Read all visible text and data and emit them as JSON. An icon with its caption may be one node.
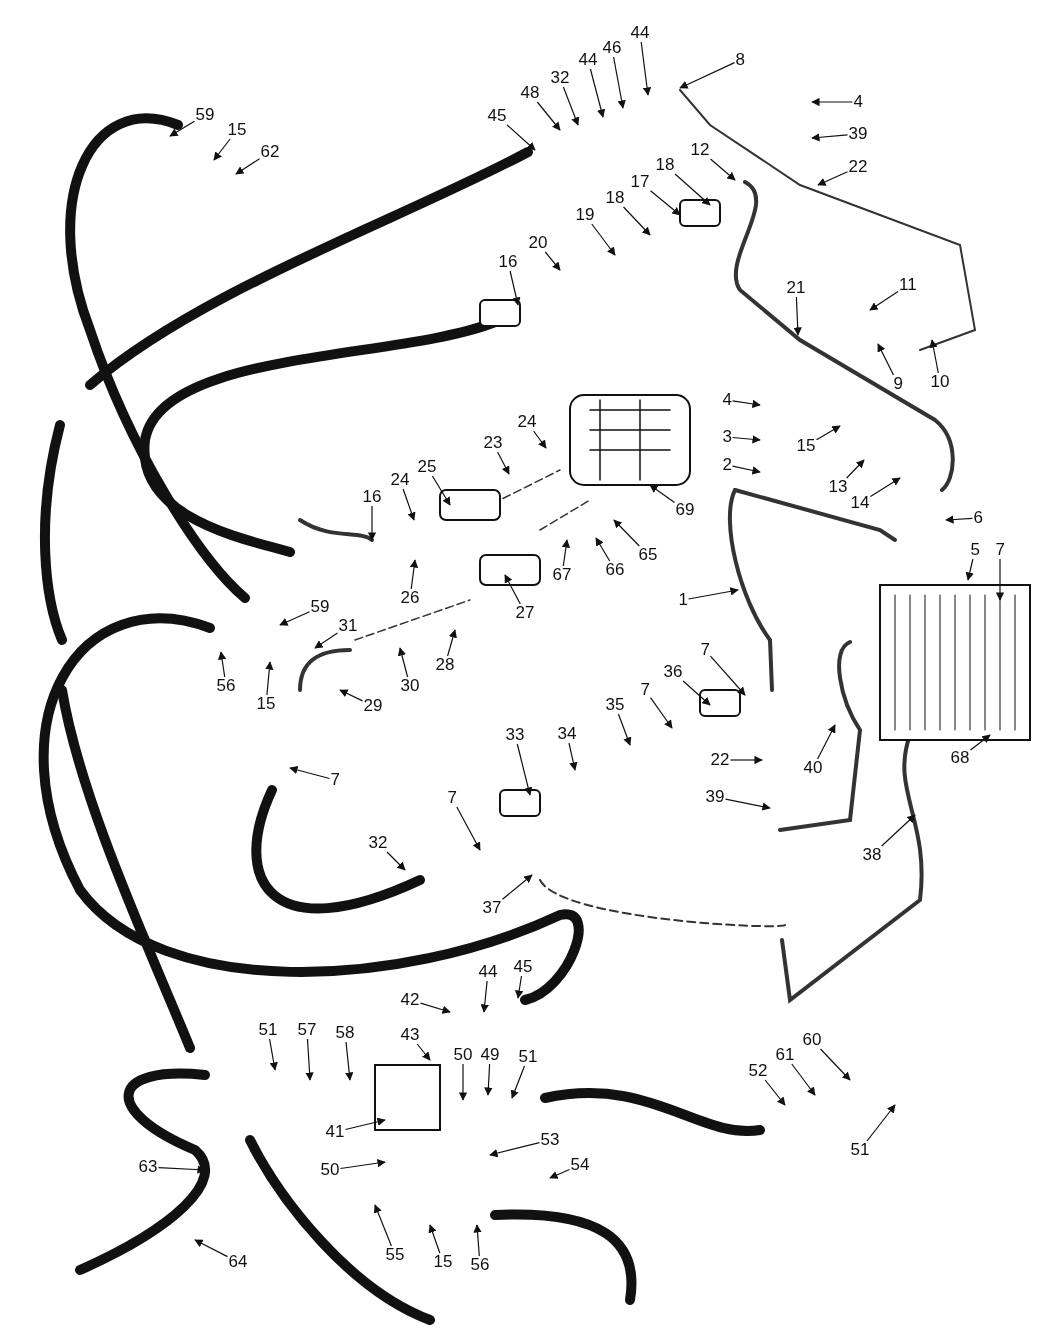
{
  "diagram": {
    "nodes": [
      {
        "text": [
          "59"
        ]
      },
      {
        "text": [
          "15"
        ]
      },
      {
        "text": [
          "62"
        ]
      },
      {
        "text": [
          "45"
        ]
      },
      {
        "text": [
          "48"
        ]
      },
      {
        "text": [
          "32"
        ]
      },
      {
        "text": [
          "44"
        ]
      },
      {
        "text": [
          "46"
        ]
      },
      {
        "text": [
          "44"
        ]
      },
      {
        "text": [
          "8"
        ]
      },
      {
        "text": [
          "4"
        ]
      },
      {
        "text": [
          "39"
        ]
      },
      {
        "text": [
          "22"
        ]
      },
      {
        "text": [
          "12"
        ]
      },
      {
        "text": [
          "18"
        ]
      },
      {
        "text": [
          "17"
        ]
      },
      {
        "text": [
          "18"
        ]
      },
      {
        "text": [
          "19"
        ]
      },
      {
        "text": [
          "20"
        ]
      },
      {
        "text": [
          "16"
        ]
      },
      {
        "text": [
          "21"
        ]
      },
      {
        "text": [
          "11"
        ]
      },
      {
        "text": [
          "9"
        ]
      },
      {
        "text": [
          "10"
        ]
      },
      {
        "text": [
          "4"
        ]
      },
      {
        "text": [
          "3"
        ]
      },
      {
        "text": [
          "2"
        ]
      },
      {
        "text": [
          "69"
        ]
      },
      {
        "text": [
          "24"
        ]
      },
      {
        "text": [
          "23"
        ]
      },
      {
        "text": [
          "25"
        ]
      },
      {
        "text": [
          "24"
        ]
      },
      {
        "text": [
          "16"
        ]
      },
      {
        "text": [
          "26"
        ]
      },
      {
        "text": [
          "15"
        ]
      },
      {
        "text": [
          "13"
        ]
      },
      {
        "text": [
          "14"
        ]
      },
      {
        "text": [
          "6"
        ]
      },
      {
        "text": [
          "5"
        ]
      },
      {
        "text": [
          "7"
        ]
      },
      {
        "text": [
          "1"
        ]
      },
      {
        "text": [
          "67"
        ]
      },
      {
        "text": [
          "66"
        ]
      },
      {
        "text": [
          "65"
        ]
      },
      {
        "text": [
          "27"
        ]
      },
      {
        "text": [
          "28"
        ]
      },
      {
        "text": [
          "30"
        ]
      },
      {
        "text": [
          "31"
        ]
      },
      {
        "text": [
          "59"
        ]
      },
      {
        "text": [
          "56"
        ]
      },
      {
        "text": [
          "15"
        ]
      },
      {
        "text": [
          "29"
        ]
      },
      {
        "text": [
          "7"
        ]
      },
      {
        "text": [
          "7"
        ]
      },
      {
        "text": [
          "36"
        ]
      },
      {
        "text": [
          "35"
        ]
      },
      {
        "text": [
          "7"
        ]
      },
      {
        "text": [
          "34"
        ]
      },
      {
        "text": [
          "33"
        ]
      },
      {
        "text": [
          "22"
        ]
      },
      {
        "text": [
          "39"
        ]
      },
      {
        "text": [
          "40"
        ]
      },
      {
        "text": [
          "68"
        ]
      },
      {
        "text": [
          "38"
        ]
      },
      {
        "text": [
          "7"
        ]
      },
      {
        "text": [
          "32"
        ]
      },
      {
        "text": [
          "37"
        ]
      },
      {
        "text": [
          "45"
        ]
      },
      {
        "text": [
          "44"
        ]
      },
      {
        "text": [
          "42"
        ]
      },
      {
        "text": [
          "43"
        ]
      },
      {
        "text": [
          "51"
        ]
      },
      {
        "text": [
          "57"
        ]
      },
      {
        "text": [
          "58"
        ]
      },
      {
        "text": [
          "50"
        ]
      },
      {
        "text": [
          "49"
        ]
      },
      {
        "text": [
          "51"
        ]
      },
      {
        "text": [
          "41"
        ]
      },
      {
        "text": [
          "50"
        ]
      },
      {
        "text": [
          "53"
        ]
      },
      {
        "text": [
          "54"
        ]
      },
      {
        "text": [
          "52"
        ]
      },
      {
        "text": [
          "61"
        ]
      },
      {
        "text": [
          "60"
        ]
      },
      {
        "text": [
          "51"
        ]
      },
      {
        "text": [
          "63"
        ]
      },
      {
        "text": [
          "64"
        ]
      },
      {
        "text": [
          "55"
        ]
      },
      {
        "text": [
          "15"
        ]
      },
      {
        "text": [
          "56"
        ]
      }
    ],
    "edges": [
      {
        "from": 0,
        "to": null,
        "arrow": "to"
      },
      {
        "from": 1,
        "to": null,
        "arrow": "to"
      },
      {
        "from": 2,
        "to": null,
        "arrow": "to"
      },
      {
        "from": 3,
        "to": null,
        "arrow": "to"
      },
      {
        "from": 4,
        "to": null,
        "arrow": "to"
      },
      {
        "from": 5,
        "to": null,
        "arrow": "to"
      },
      {
        "from": 6,
        "to": null,
        "arrow": "to"
      },
      {
        "from": 7,
        "to": null,
        "arrow": "to"
      },
      {
        "from": 8,
        "to": null,
        "arrow": "to"
      },
      {
        "from": 9,
        "to": null,
        "arrow": "to"
      },
      {
        "from": 10,
        "to": null,
        "arrow": "to"
      },
      {
        "from": 11,
        "to": null,
        "arrow": "to"
      },
      {
        "from": 12,
        "to": null,
        "arrow": "to"
      },
      {
        "from": 13,
        "to": null,
        "arrow": "to"
      },
      {
        "from": 14,
        "to": null,
        "arrow": "to"
      },
      {
        "from": 15,
        "to": null,
        "arrow": "to"
      },
      {
        "from": 16,
        "to": null,
        "arrow": "to"
      },
      {
        "from": 17,
        "to": null,
        "arrow": "to"
      },
      {
        "from": 18,
        "to": null,
        "arrow": "to"
      },
      {
        "from": 19,
        "to": null,
        "arrow": "to"
      },
      {
        "from": 20,
        "to": null,
        "arrow": "to"
      },
      {
        "from": 21,
        "to": null,
        "arrow": "to"
      },
      {
        "from": 22,
        "to": null,
        "arrow": "to"
      },
      {
        "from": 23,
        "to": null,
        "arrow": "to"
      },
      {
        "from": 24,
        "to": null,
        "arrow": "to"
      },
      {
        "from": 25,
        "to": null,
        "arrow": "to"
      },
      {
        "from": 26,
        "to": null,
        "arrow": "to"
      },
      {
        "from": 27,
        "to": null,
        "arrow": "to"
      },
      {
        "from": 28,
        "to": null,
        "arrow": "to"
      },
      {
        "from": 29,
        "to": null,
        "arrow": "to"
      },
      {
        "from": 30,
        "to": null,
        "arrow": "to"
      },
      {
        "from": 31,
        "to": null,
        "arrow": "to"
      },
      {
        "from": 32,
        "to": null,
        "arrow": "to"
      },
      {
        "from": 33,
        "to": null,
        "arrow": "to"
      },
      {
        "from": 34,
        "to": null,
        "arrow": "to"
      },
      {
        "from": 35,
        "to": null,
        "arrow": "to"
      },
      {
        "from": 36,
        "to": null,
        "arrow": "to"
      },
      {
        "from": 37,
        "to": null,
        "arrow": "to"
      },
      {
        "from": 38,
        "to": null,
        "arrow": "to"
      },
      {
        "from": 39,
        "to": null,
        "arrow": "to"
      },
      {
        "from": 40,
        "to": null,
        "arrow": "to"
      },
      {
        "from": 41,
        "to": null,
        "arrow": "to"
      },
      {
        "from": 42,
        "to": null,
        "arrow": "to"
      },
      {
        "from": 43,
        "to": null,
        "arrow": "to"
      },
      {
        "from": 44,
        "to": null,
        "arrow": "to"
      },
      {
        "from": 45,
        "to": null,
        "arrow": "to"
      },
      {
        "from": 46,
        "to": null,
        "arrow": "to"
      },
      {
        "from": 47,
        "to": null,
        "arrow": "to"
      },
      {
        "from": 48,
        "to": null,
        "arrow": "to"
      },
      {
        "from": 49,
        "to": null,
        "arrow": "to"
      },
      {
        "from": 50,
        "to": null,
        "arrow": "to"
      },
      {
        "from": 51,
        "to": null,
        "arrow": "to"
      },
      {
        "from": 52,
        "to": null,
        "arrow": "to"
      },
      {
        "from": 53,
        "to": null,
        "arrow": "to"
      },
      {
        "from": 54,
        "to": null,
        "arrow": "to"
      },
      {
        "from": 55,
        "to": null,
        "arrow": "to"
      },
      {
        "from": 56,
        "to": null,
        "arrow": "to"
      },
      {
        "from": 57,
        "to": null,
        "arrow": "to"
      },
      {
        "from": 58,
        "to": null,
        "arrow": "to"
      },
      {
        "from": 59,
        "to": null,
        "arrow": "to"
      },
      {
        "from": 60,
        "to": null,
        "arrow": "to"
      },
      {
        "from": 61,
        "to": null,
        "arrow": "to"
      },
      {
        "from": 62,
        "to": null,
        "arrow": "to"
      },
      {
        "from": 63,
        "to": null,
        "arrow": "to"
      },
      {
        "from": 64,
        "to": null,
        "arrow": "to"
      },
      {
        "from": 65,
        "to": null,
        "arrow": "to"
      },
      {
        "from": 66,
        "to": null,
        "arrow": "to"
      },
      {
        "from": 67,
        "to": null,
        "arrow": "to"
      },
      {
        "from": 68,
        "to": null,
        "arrow": "to"
      },
      {
        "from": 69,
        "to": null,
        "arrow": "to"
      },
      {
        "from": 70,
        "to": null,
        "arrow": "to"
      },
      {
        "from": 71,
        "to": null,
        "arrow": "to"
      },
      {
        "from": 72,
        "to": null,
        "arrow": "to"
      },
      {
        "from": 73,
        "to": null,
        "arrow": "to"
      },
      {
        "from": 74,
        "to": null,
        "arrow": "to"
      },
      {
        "from": 75,
        "to": null,
        "arrow": "to"
      },
      {
        "from": 76,
        "to": null,
        "arrow": "to"
      },
      {
        "from": 77,
        "to": null,
        "arrow": "to"
      },
      {
        "from": 78,
        "to": null,
        "arrow": "to"
      },
      {
        "from": 79,
        "to": null,
        "arrow": "to"
      },
      {
        "from": 80,
        "to": null,
        "arrow": "to"
      },
      {
        "from": 81,
        "to": null,
        "arrow": "to"
      },
      {
        "from": 82,
        "to": null,
        "arrow": "to"
      },
      {
        "from": 83,
        "to": null,
        "arrow": "to"
      },
      {
        "from": 84,
        "to": null,
        "arrow": "to"
      },
      {
        "from": 85,
        "to": null,
        "arrow": "to"
      },
      {
        "from": 86,
        "to": null,
        "arrow": "to"
      },
      {
        "from": 87,
        "to": null,
        "arrow": "to"
      },
      {
        "from": 88,
        "to": null,
        "arrow": "to"
      },
      {
        "from": 89,
        "to": null,
        "arrow": "to"
      }
    ]
  }
}
